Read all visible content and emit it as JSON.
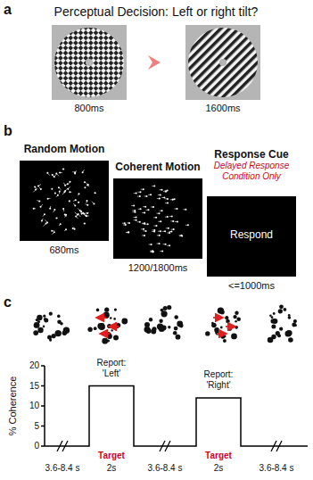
{
  "diagram": {
    "nodes": [
      {
        "text": [
          "Random Motion"
        ]
      },
      {
        "text": [
          "Coherent Motion"
        ]
      },
      {
        "text": [
          "Response Cue",
          "Delayed Response Condition Only",
          "Respond"
        ]
      }
    ],
    "labels": [
      "a",
      "Perceptual Decision: Left or right tilt?",
      "800ms",
      "1600ms",
      "b",
      "680ms",
      "1200/1800ms",
      "<=1000ms",
      "c",
      "% Coherence",
      "20",
      "15",
      "10",
      "5",
      "0",
      "Report: 'Left'",
      "Report: 'Right'",
      "Target",
      "2s",
      "Target",
      "2s",
      "3.6-8.4 s",
      "3.6-8.4 s",
      "3.6-8.4 s"
    ]
  }
}
